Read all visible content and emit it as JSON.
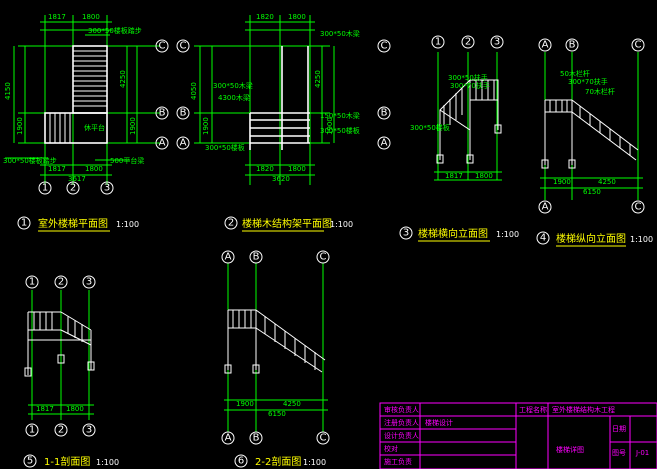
{
  "sheet": {
    "background": "#000000",
    "colors": {
      "dimension": "#00ff00",
      "structure": "#ffffff",
      "titles": "#ffff00",
      "title_block": "#ff00ff"
    }
  },
  "views": [
    {
      "id": "v1",
      "num": "1",
      "title": "室外楼梯平面图",
      "scale": "1:100",
      "top_dims": [
        "1817",
        "1800"
      ],
      "bottom_dims": [
        "1817",
        "1800"
      ],
      "total": "3617",
      "left_dim": "4150",
      "left_sub": "1900",
      "right_dims": [
        "4250",
        "1900"
      ],
      "axes_h": [
        "C",
        "B",
        "A"
      ],
      "axes_v": [
        "1",
        "2",
        "3"
      ],
      "notes": [
        "300*50楼板踏步",
        "300*50楼板踏步",
        "500平台梁",
        "休平台"
      ]
    },
    {
      "id": "v2",
      "num": "2",
      "title": "楼梯木结构架平面图",
      "scale": "1:100",
      "top_dims": [
        "1820",
        "1800"
      ],
      "bottom_dims": [
        "1820",
        "1800"
      ],
      "total": "3620",
      "left_dim": "4050",
      "left_sub": "1900",
      "right_dims": [
        "4250",
        "1900"
      ],
      "axes_h": [
        "C",
        "B",
        "A"
      ],
      "notes": [
        "300*50木梁",
        "300*50木梁",
        "4300木梁",
        "150*50木梁",
        "300*50楼板",
        "300*50楼板"
      ]
    },
    {
      "id": "v3",
      "num": "3",
      "title": "楼梯横向立面图",
      "scale": "1:100",
      "axes": [
        "1",
        "2",
        "3"
      ],
      "dims": [
        "1817",
        "1800"
      ],
      "notes": [
        "300*50扶手",
        "300*70扶手",
        "300*50楼板"
      ]
    },
    {
      "id": "v4",
      "num": "4",
      "title": "楼梯纵向立面图",
      "scale": "1:100",
      "axes": [
        "A",
        "B",
        "C"
      ],
      "dims": [
        "1900",
        "4250"
      ],
      "total": "6150",
      "notes": [
        "50木栏杆",
        "300*70扶手",
        "70木栏杆"
      ]
    },
    {
      "id": "v5",
      "num": "5",
      "title": "1-1剖面图",
      "scale": "1:100",
      "axes": [
        "1",
        "2",
        "3"
      ],
      "dims": [
        "1817",
        "1800"
      ]
    },
    {
      "id": "v6",
      "num": "6",
      "title": "2-2剖面图",
      "scale": "1:100",
      "axes": [
        "A",
        "B",
        "C"
      ],
      "dims": [
        "1900",
        "4250"
      ],
      "total": "6150"
    }
  ],
  "title_block": {
    "rows_left": [
      "审核负责人",
      "注册负责人",
      "设计负责人",
      "校对",
      "施工负责"
    ],
    "project_label": "工程名称",
    "project_value": "室外楼梯结构木工程",
    "drawing_name": "楼梯详图",
    "drawing_no_label": "图号",
    "drawing_no": "J-01",
    "date_label": "日期",
    "design_value": "楼梯设计"
  }
}
